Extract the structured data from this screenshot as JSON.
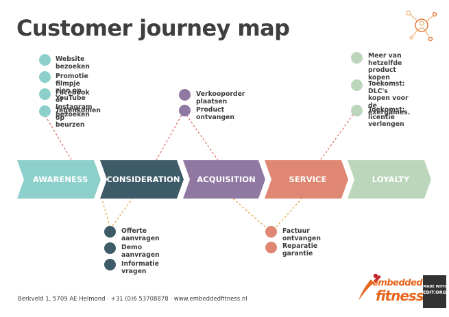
{
  "title": "Customer journey map",
  "colors": {
    "awareness": "#8ccfcb",
    "consideration": "#3e5b68",
    "acquisition": "#8f79a3",
    "service": "#df8772",
    "loyalty": "#bcd6bb",
    "footer_line_start": "#f5a623",
    "footer_line_end": "#c1272d",
    "brand": "#e8651c",
    "text": "#3c3c3c"
  },
  "stages": [
    {
      "id": "awareness",
      "label": "AWARENESS"
    },
    {
      "id": "consideration",
      "label": "CONSIDERATION"
    },
    {
      "id": "acquisition",
      "label": "ACQUISITION"
    },
    {
      "id": "service",
      "label": "SERVICE"
    },
    {
      "id": "loyalty",
      "label": "LOYALTY"
    }
  ],
  "touchpoints": {
    "awareness": [
      "Website bezoeken",
      "Promotie filmpje zien op\nYouTube",
      "Facebook of Instagram\nbezoeken",
      "Tegenkomen op\nbeurzen"
    ],
    "consideration": [
      "Offerte aanvragen",
      "Demo aanvragen",
      "Informatie vragen"
    ],
    "acquisition": [
      "Verkooporder plaatsen",
      "Product ontvangen"
    ],
    "service": [
      "Factuur ontvangen",
      "Reparatie\ngarantie"
    ],
    "loyalty": [
      "Meer van\nhetzelfde\nproduct kopen",
      "Toekomst: DLC's\nkopen voor de\nexergames.",
      "Toekomst:\nlicentie verlengen"
    ]
  },
  "footer": {
    "address": "Berkveld 1, 5709 AE Helmond · +31 (0)6 53708878 · www.embeddedfitness.nl",
    "logo_word1": "embedded",
    "logo_word2": "fitness",
    "badge_line1": "MADE WITH",
    "badge_line2": "EDIT.ORG"
  },
  "icons": {
    "header": "user-network-icon",
    "logo": "athlete-swoosh-icon"
  }
}
